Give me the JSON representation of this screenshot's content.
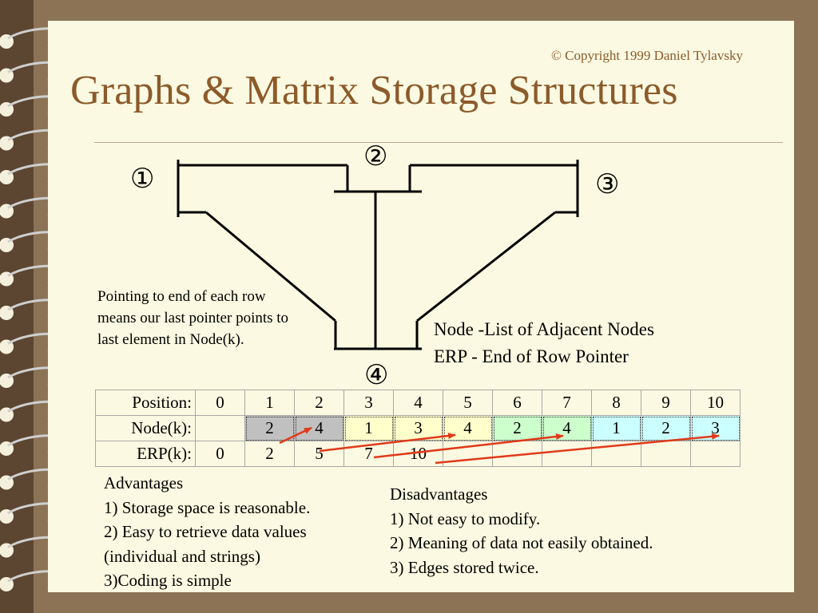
{
  "slide": {
    "copyright": "© Copyright 1999 Daniel Tylavsky",
    "title": "Graphs & Matrix Storage Structures"
  },
  "diagram": {
    "node_markers": [
      "①",
      "②",
      "③",
      "④"
    ],
    "line_color": "#000000"
  },
  "note_left": "Pointing to end of each row means our last pointer points to last element in Node(k).",
  "legend": [
    "Node -List of Adjacent Nodes",
    "ERP - End of Row Pointer"
  ],
  "table": {
    "labels": [
      "Position:",
      "Node(k):",
      "ERP(k):"
    ],
    "position": [
      "0",
      "1",
      "2",
      "3",
      "4",
      "5",
      "6",
      "7",
      "8",
      "9",
      "10"
    ],
    "node": [
      "",
      "2",
      "4",
      "1",
      "3",
      "4",
      "2",
      "4",
      "1",
      "2",
      "3"
    ],
    "erp": [
      "0",
      "2",
      "5",
      "7",
      "10",
      "",
      "",
      "",
      "",
      "",
      ""
    ],
    "row_colors": {
      "node1": "#c0c0c0",
      "node2": "#ffffcc",
      "node3": "#ccffcc",
      "node4": "#ccffff"
    },
    "arrow_color": "#e03a1a"
  },
  "advantages": {
    "heading": "Advantages",
    "items": [
      "1) Storage space is reasonable.",
      "2) Easy to retrieve data values",
      "(individual and strings)",
      "3)Coding is simple"
    ]
  },
  "disadvantages": {
    "heading": "Disadvantages",
    "items": [
      "1) Not easy to modify.",
      "2) Meaning of data not easily obtained.",
      "3) Edges stored twice."
    ]
  },
  "colors": {
    "background": "#8c7356",
    "paper": "#fbf9e1",
    "title": "#8c5a2b"
  }
}
